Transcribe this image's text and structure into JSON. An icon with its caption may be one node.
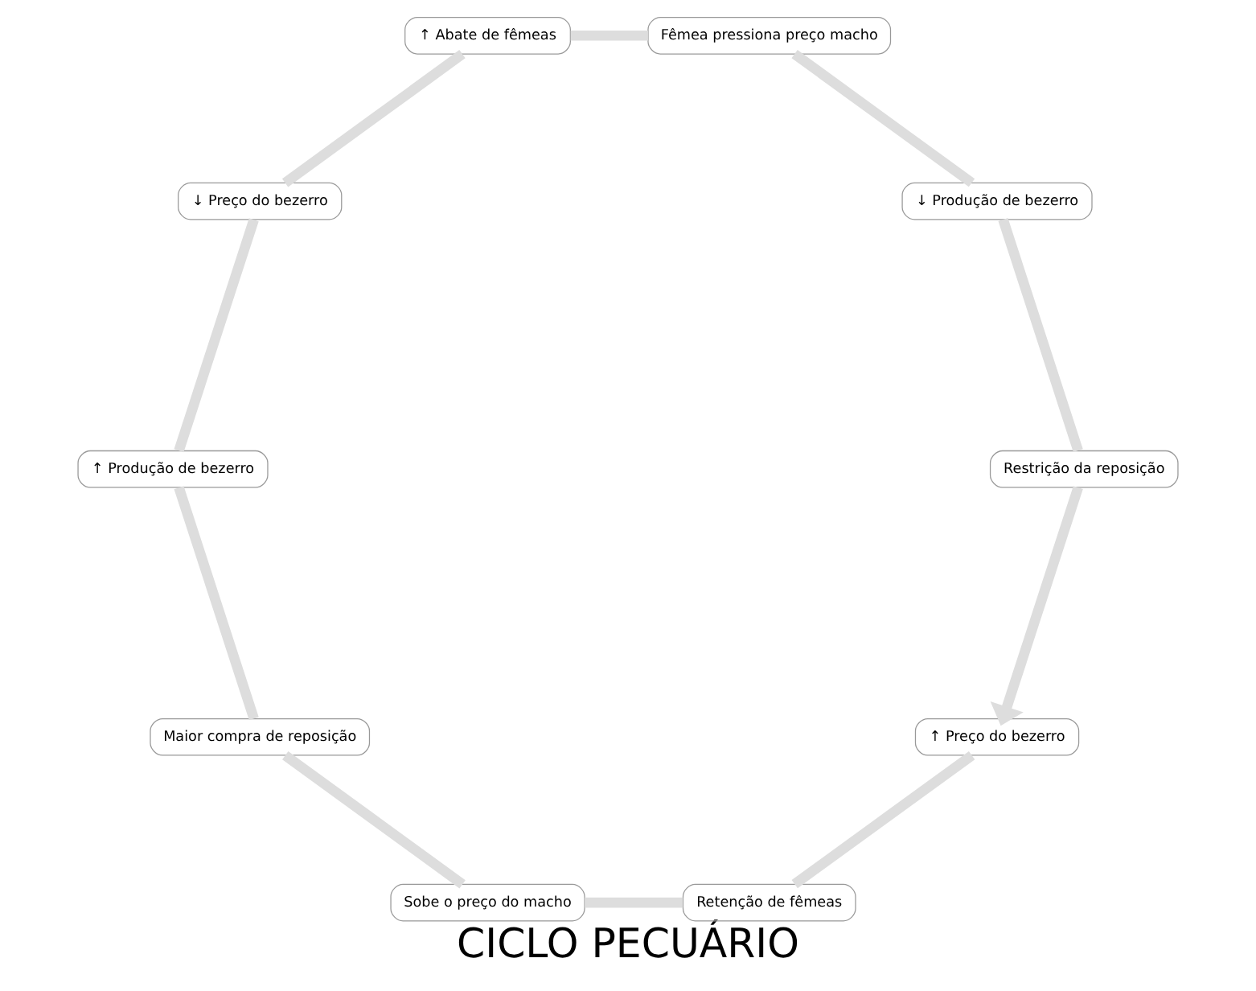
{
  "diagram": {
    "title": "CICLO PECUÁRIO",
    "nodes": [
      {
        "text": [
          "↑ Preço do bezerro"
        ]
      },
      {
        "text": [
          "Retenção de fêmeas"
        ]
      },
      {
        "text": [
          "Sobe o preço do macho"
        ]
      },
      {
        "text": [
          "Maior compra de reposição"
        ]
      },
      {
        "text": [
          "↑ Produção de bezerro"
        ]
      },
      {
        "text": [
          "↓ Preço do bezerro"
        ]
      },
      {
        "text": [
          "↑ Abate de fêmeas"
        ]
      },
      {
        "text": [
          "Fêmea pressiona preço macho"
        ]
      },
      {
        "text": [
          "↓ Produção de bezerro"
        ]
      },
      {
        "text": [
          "Restrição da reposição"
        ]
      }
    ],
    "edges": [
      {
        "from": 0,
        "to": 1,
        "arrow": "none"
      },
      {
        "from": 1,
        "to": 2,
        "arrow": "none"
      },
      {
        "from": 2,
        "to": 3,
        "arrow": "none"
      },
      {
        "from": 3,
        "to": 4,
        "arrow": "none"
      },
      {
        "from": 4,
        "to": 5,
        "arrow": "none"
      },
      {
        "from": 5,
        "to": 6,
        "arrow": "none"
      },
      {
        "from": 6,
        "to": 7,
        "arrow": "none"
      },
      {
        "from": 7,
        "to": 8,
        "arrow": "none"
      },
      {
        "from": 8,
        "to": 9,
        "arrow": "none"
      },
      {
        "from": 9,
        "to": 0,
        "arrow": "to"
      }
    ]
  }
}
